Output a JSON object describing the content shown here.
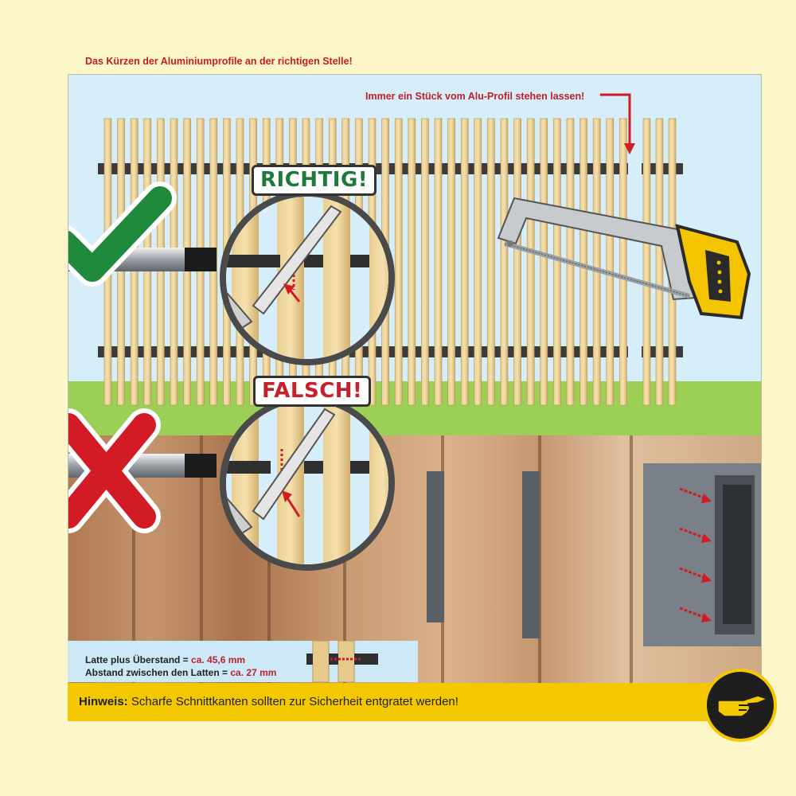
{
  "title": "Das Kürzen der Aluminiumprofile an der richtigen Stelle!",
  "callout": "Immer ein Stück vom Alu-Profil stehen lassen!",
  "badges": {
    "correct": "RICHTIG!",
    "wrong": "FALSCH!"
  },
  "info": {
    "line1_label": "Latte plus Überstand = ",
    "line1_value": "ca. 45,6 mm",
    "line2_label": "Abstand zwischen den Latten = ",
    "line2_value": "ca. 27 mm"
  },
  "hint": {
    "label": "Hinweis:",
    "text": " Scharfe Schnittkanten sollten zur Sicherheit entgratet werden!"
  },
  "icons": {
    "correct": "check-icon",
    "wrong": "cross-icon",
    "tool": "hacksaw-icon",
    "hint": "pointing-hand-icon"
  },
  "colors": {
    "accent_red": "#c0202a",
    "correct_green": "#1f7a3a",
    "hint_yellow": "#f4c800",
    "background": "#fdf6c8"
  }
}
